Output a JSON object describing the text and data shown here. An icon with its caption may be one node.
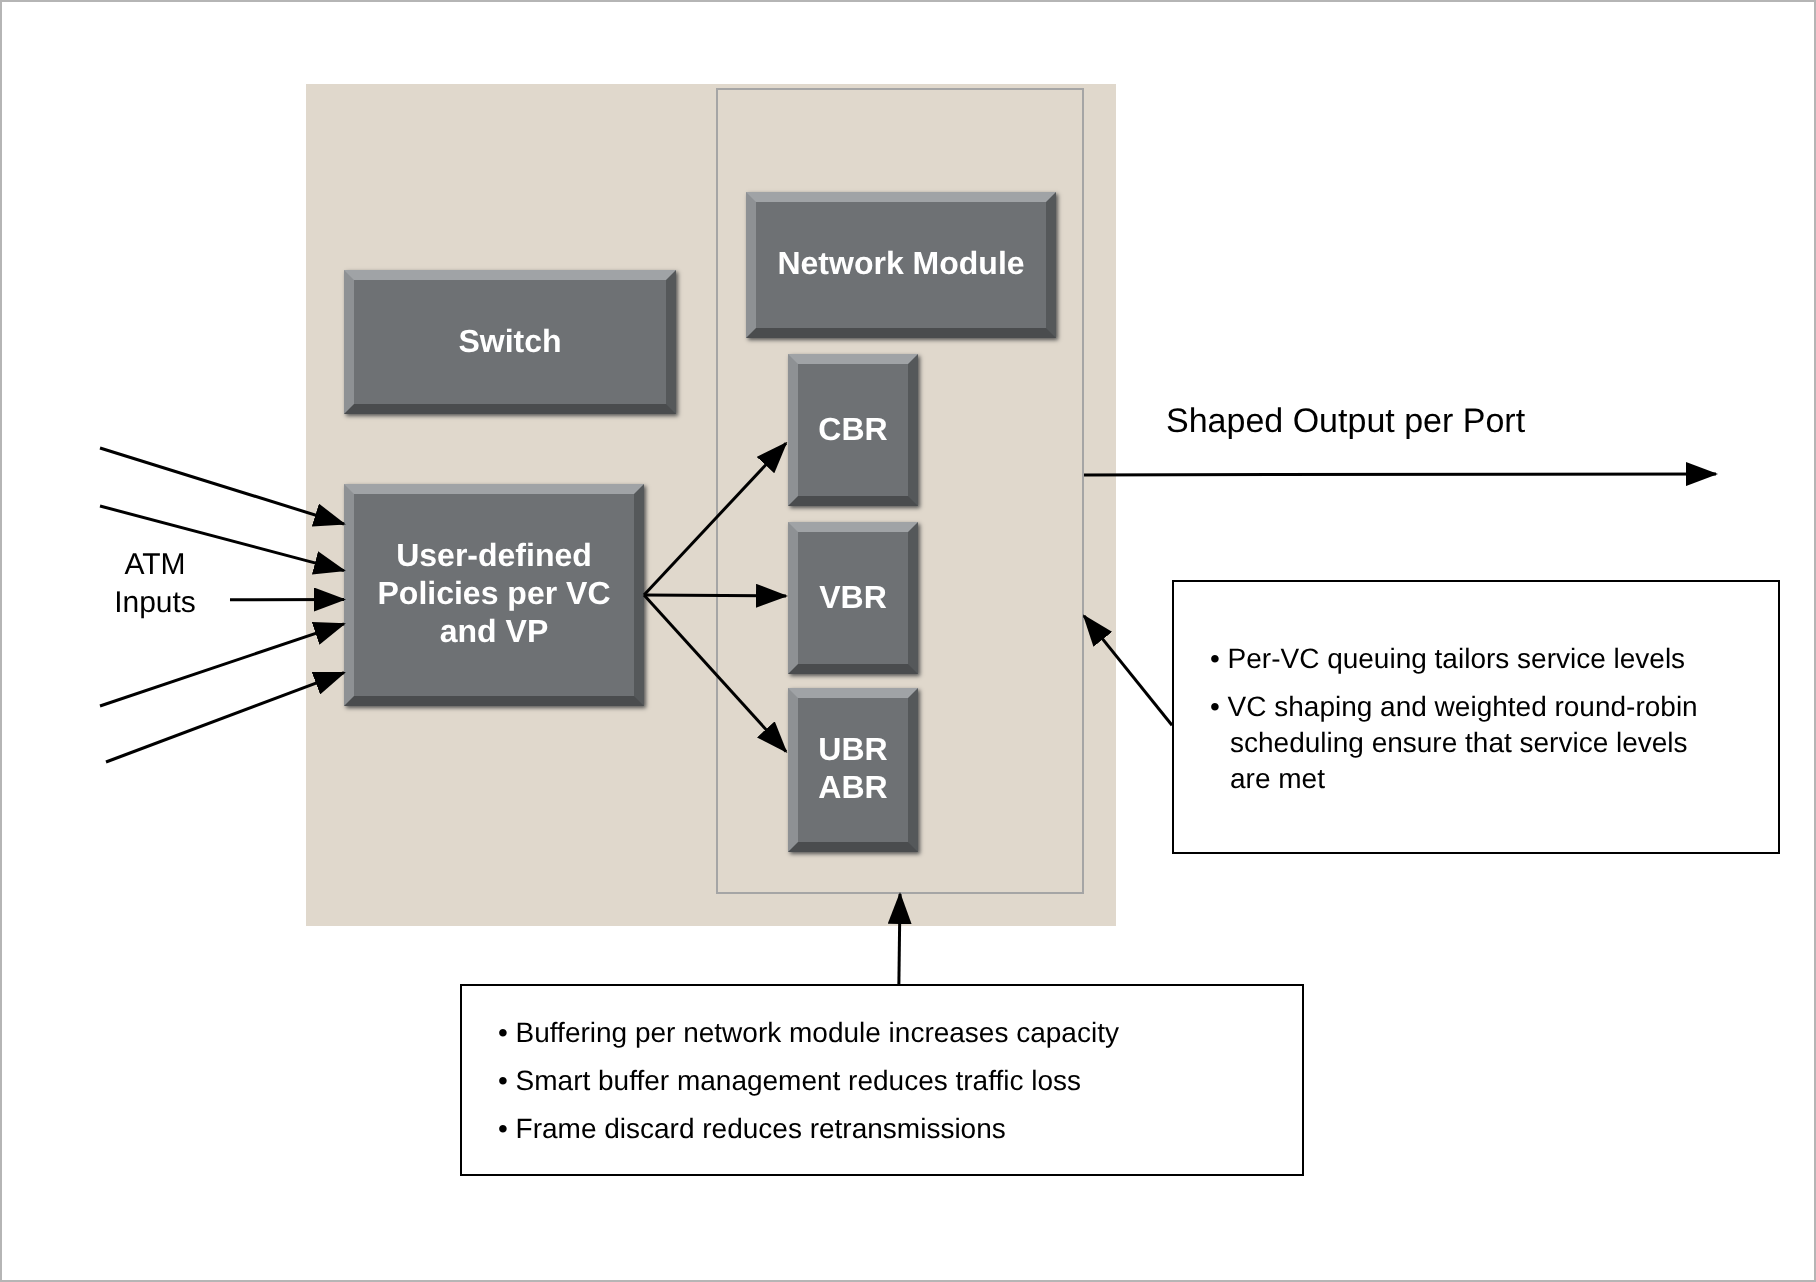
{
  "diagram": {
    "nodes": [
      {
        "text": [],
        "shape": "box"
      },
      {
        "text": [
          "Switch"
        ],
        "in": 0
      },
      {
        "text": [
          "User-defined Policies per VC and VP"
        ],
        "in": 0
      },
      {
        "text": [],
        "shape": "box",
        "in": 0
      },
      {
        "text": [
          "Network Module"
        ],
        "in": 3
      },
      {
        "text": [
          "CBR"
        ],
        "in": 3
      },
      {
        "text": [
          "VBR"
        ],
        "in": 3
      },
      {
        "text": [
          "UBR ABR"
        ],
        "in": 3
      },
      {
        "text": [
          "ATM Inputs"
        ]
      },
      {
        "text": [
          "• Per-VC queuing tailors service levels",
          "• VC shaping and weighted round-robin scheduling ensure that service levels are met"
        ]
      },
      {
        "text": [
          "• Buffering per network module increases capacity",
          "• Smart buffer management reduces traffic loss",
          "• Frame discard reduces retransmissions"
        ]
      }
    ],
    "edges": [
      {
        "from": null,
        "to": 2,
        "arrow": "to"
      },
      {
        "from": null,
        "to": 2,
        "arrow": "to"
      },
      {
        "from": 8,
        "to": 2,
        "arrow": "to"
      },
      {
        "from": null,
        "to": 2,
        "arrow": "to"
      },
      {
        "from": null,
        "to": 2,
        "arrow": "to"
      },
      {
        "from": 2,
        "to": 5,
        "arrow": "to"
      },
      {
        "from": 2,
        "to": 6,
        "arrow": "to"
      },
      {
        "from": 2,
        "to": 7,
        "arrow": "to"
      },
      {
        "from": 3,
        "to": null,
        "arrow": "to",
        "label": "Shaped Output per Port"
      },
      {
        "from": 9,
        "to": 3,
        "arrow": "to"
      },
      {
        "from": 10,
        "to": 3,
        "arrow": "to"
      }
    ]
  }
}
